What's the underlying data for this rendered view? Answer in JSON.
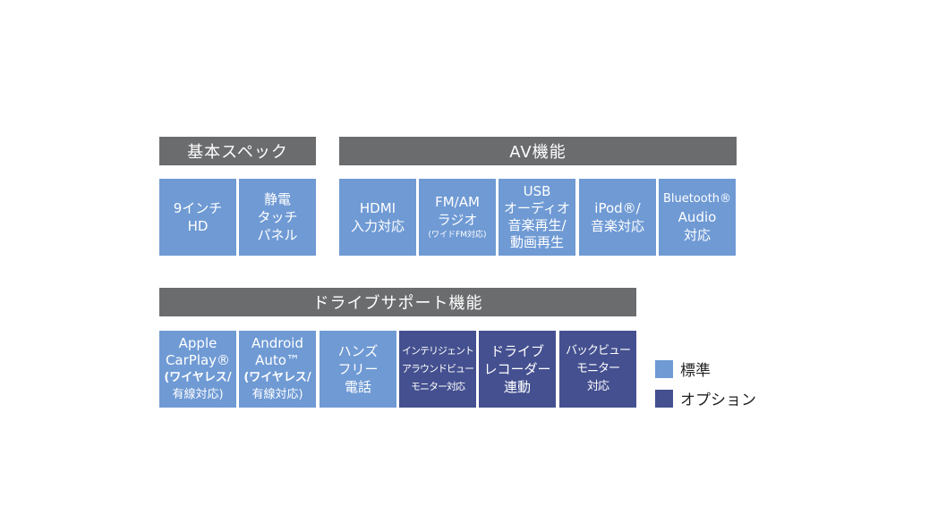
{
  "colors": {
    "header": "#6b6c6e",
    "standard": "#6f9ad4",
    "option": "#44508f"
  },
  "sections": {
    "basic": {
      "title": "基本スペック"
    },
    "av": {
      "title": "AV機能"
    },
    "drive": {
      "title": "ドライブサポート機能"
    }
  },
  "tiles": {
    "t9inch": {
      "l1": "9インチ",
      "l2": "HD"
    },
    "touch": {
      "l1": "静電",
      "l2": "タッチ",
      "l3": "パネル"
    },
    "hdmi": {
      "l1": "HDMI",
      "l2": "入力対応"
    },
    "fm": {
      "l1": "FM/AM",
      "l2": "ラジオ",
      "l3": "(ワイドFM対応)"
    },
    "usb": {
      "l1": "USB",
      "l2": "オーディオ",
      "l3": "音楽再生/",
      "l4": "動画再生"
    },
    "ipod": {
      "l1": "iPod®/",
      "l2": "音楽対応"
    },
    "bt": {
      "l1": "Bluetooth®",
      "l2": "Audio",
      "l3": "対応"
    },
    "carplay": {
      "l1": "Apple",
      "l2": "CarPlay®",
      "l3": "(ワイヤレス/",
      "l4": "有線対応)"
    },
    "aauto": {
      "l1": "Android",
      "l2": "Auto™",
      "l3": "(ワイヤレス/",
      "l4": "有線対応)"
    },
    "hands": {
      "l1": "ハンズ",
      "l2": "フリー",
      "l3": "電話"
    },
    "monitor": {
      "l1": "インテリジェント",
      "l2": "アラウンドビュー",
      "l3": "モニター対応"
    },
    "recorder": {
      "l1": "ドライブ",
      "l2": "レコーダー",
      "l3": "連動"
    },
    "backview": {
      "l1": "バックビュー",
      "l2": "モニター",
      "l3": "対応"
    }
  },
  "legend": {
    "standard": "標準",
    "option": "オプション"
  }
}
